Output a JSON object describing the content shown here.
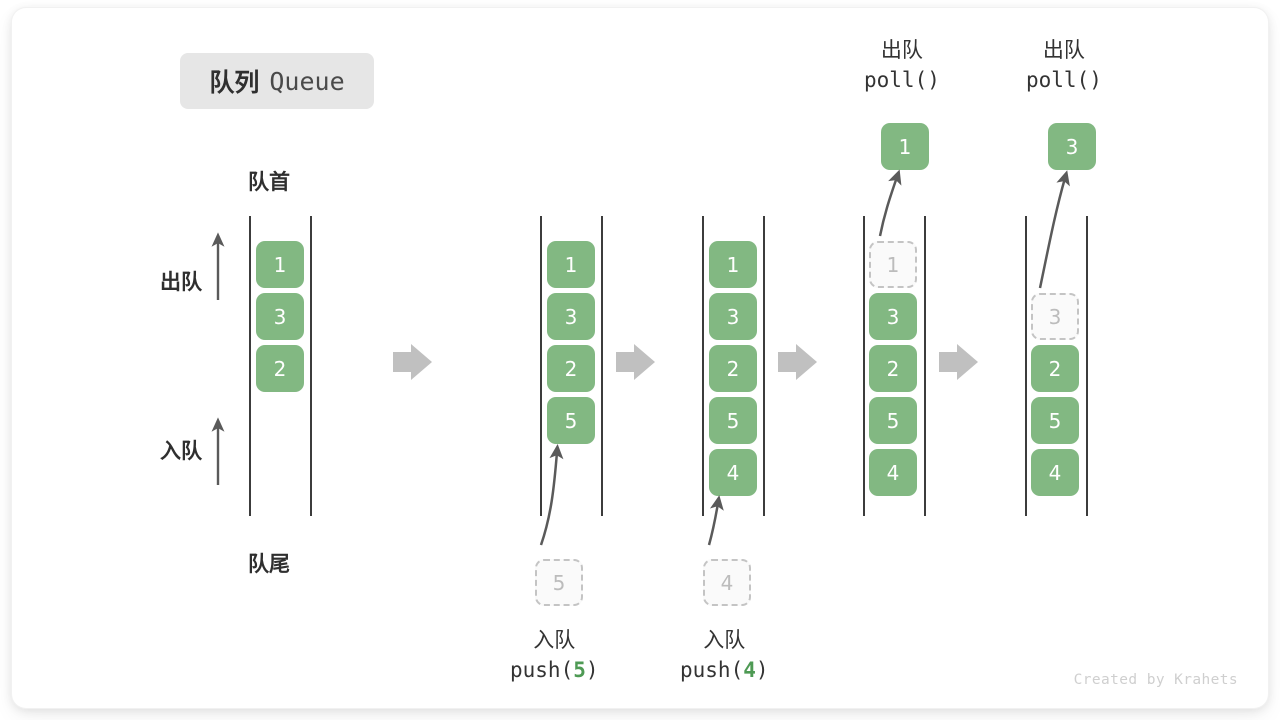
{
  "title": {
    "cn": "队列",
    "en": "Queue"
  },
  "labels": {
    "front": "队首",
    "rear": "队尾",
    "dequeue_side": "出队",
    "enqueue_side": "入队"
  },
  "colors": {
    "element_green": "#82b882",
    "ghost_fill": "#fafafa",
    "ghost_border": "#c4c4c4",
    "rail": "#3c3c3c",
    "flow_arrow": "#c0c0c0",
    "badge_bg": "#e6e6e6",
    "text_dark": "#2f2f2f",
    "arg_green": "#4e9a54"
  },
  "captions": {
    "push5": {
      "cn": "入队",
      "fn": "push(",
      "arg": "5",
      "close": ")"
    },
    "push4": {
      "cn": "入队",
      "fn": "push(",
      "arg": "4",
      "close": ")"
    },
    "poll1": {
      "cn": "出队",
      "fn": "poll()"
    },
    "poll2": {
      "cn": "出队",
      "fn": "poll()"
    }
  },
  "stages": [
    {
      "id": "initial",
      "name": "initial-queue",
      "cells": [
        {
          "value": "1",
          "state": "filled"
        },
        {
          "value": "3",
          "state": "filled"
        },
        {
          "value": "2",
          "state": "filled"
        }
      ],
      "incoming": null,
      "outgoing": null
    },
    {
      "id": "after-push-5",
      "name": "queue-after-push-5",
      "cells": [
        {
          "value": "1",
          "state": "filled"
        },
        {
          "value": "3",
          "state": "filled"
        },
        {
          "value": "2",
          "state": "filled"
        },
        {
          "value": "5",
          "state": "filled"
        }
      ],
      "incoming": {
        "value": "5",
        "state": "ghost"
      },
      "outgoing": null
    },
    {
      "id": "after-push-4",
      "name": "queue-after-push-4",
      "cells": [
        {
          "value": "1",
          "state": "filled"
        },
        {
          "value": "3",
          "state": "filled"
        },
        {
          "value": "2",
          "state": "filled"
        },
        {
          "value": "5",
          "state": "filled"
        },
        {
          "value": "4",
          "state": "filled"
        }
      ],
      "incoming": {
        "value": "4",
        "state": "ghost"
      },
      "outgoing": null
    },
    {
      "id": "after-poll-1",
      "name": "queue-after-poll-1",
      "cells": [
        {
          "value": "1",
          "state": "ghost"
        },
        {
          "value": "3",
          "state": "filled"
        },
        {
          "value": "2",
          "state": "filled"
        },
        {
          "value": "5",
          "state": "filled"
        },
        {
          "value": "4",
          "state": "filled"
        }
      ],
      "incoming": null,
      "outgoing": {
        "value": "1",
        "state": "filled"
      }
    },
    {
      "id": "after-poll-3",
      "name": "queue-after-poll-3",
      "cells": [
        {
          "value": "",
          "state": "empty"
        },
        {
          "value": "3",
          "state": "ghost"
        },
        {
          "value": "2",
          "state": "filled"
        },
        {
          "value": "5",
          "state": "filled"
        },
        {
          "value": "4",
          "state": "filled"
        }
      ],
      "incoming": null,
      "outgoing": {
        "value": "3",
        "state": "filled"
      }
    }
  ],
  "watermark": "Created by Krahets"
}
